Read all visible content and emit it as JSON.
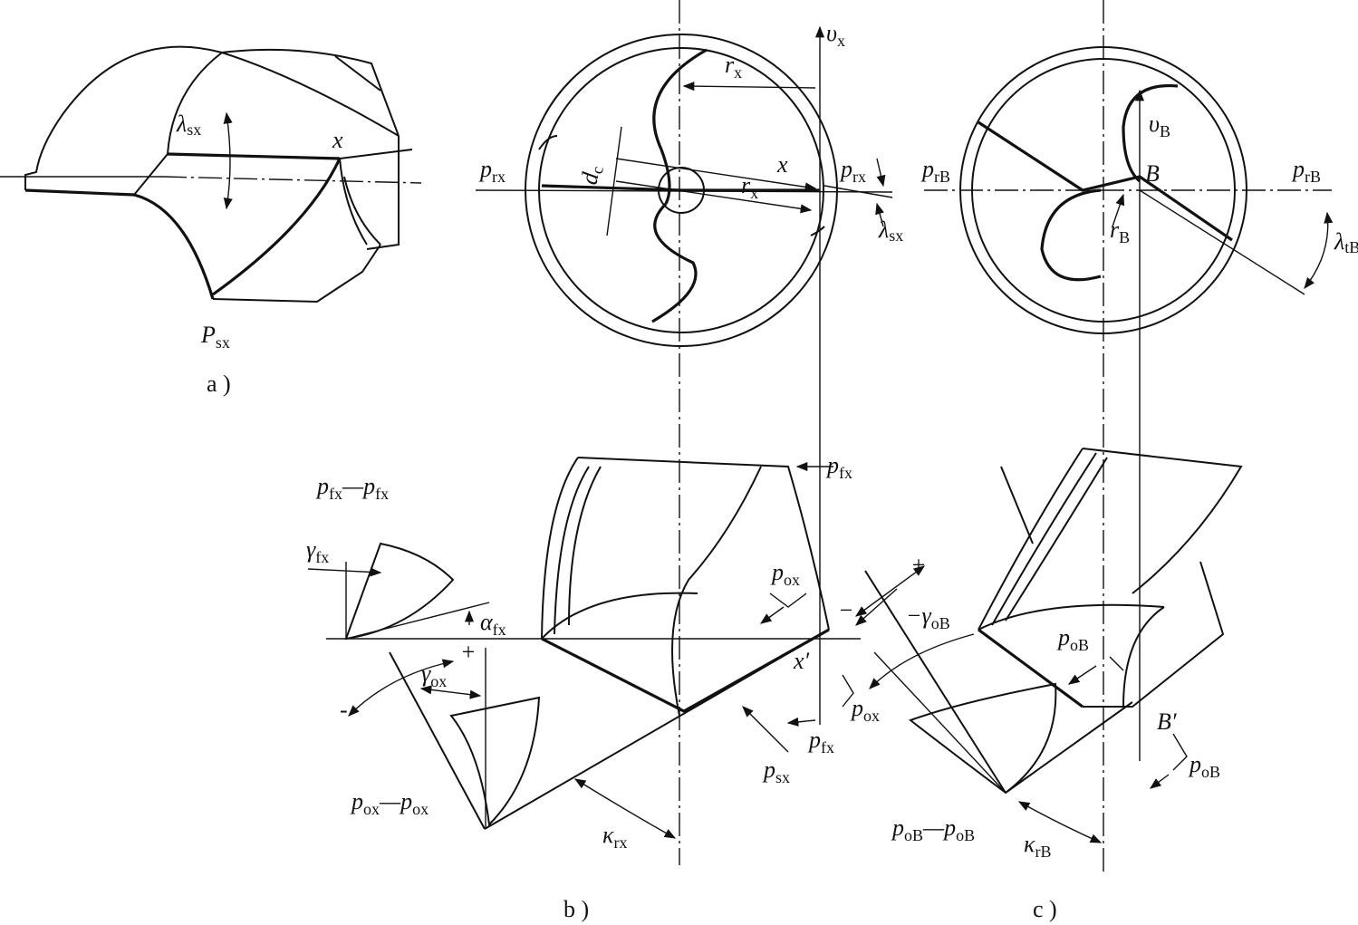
{
  "captions": {
    "a": "a )",
    "b": "b )",
    "c": "c )"
  },
  "labels": {
    "lambda_sx_a": {
      "main": "λ",
      "sub": "sx"
    },
    "x_a": {
      "main": "x",
      "sub": ""
    },
    "P_sx": {
      "main": "P",
      "sub": "sx"
    },
    "v_x": {
      "main": "υ",
      "sub": "x"
    },
    "r_x_top": {
      "main": "r",
      "sub": "x"
    },
    "p_rx_left": {
      "main": "p",
      "sub": "rx"
    },
    "d_c": {
      "main": "d",
      "sub": "c"
    },
    "x_b": {
      "main": "x",
      "sub": ""
    },
    "r_x_mid": {
      "main": "r",
      "sub": "x"
    },
    "p_rx_right": {
      "main": "p",
      "sub": "rx"
    },
    "lambda_sx_b": {
      "main": "λ",
      "sub": "sx"
    },
    "v_B": {
      "main": "υ",
      "sub": "B"
    },
    "p_rB_left": {
      "main": "p",
      "sub": "rB"
    },
    "B": {
      "main": "B",
      "sub": ""
    },
    "p_rB_right": {
      "main": "p",
      "sub": "rB"
    },
    "r_B": {
      "main": "r",
      "sub": "B"
    },
    "lambda_tB": {
      "main": "λ",
      "sub": "tB"
    },
    "p_fx_top": {
      "main": "p",
      "sub": "fx"
    },
    "pfx_pfx_1": {
      "main": "p",
      "sub": "fx"
    },
    "pfx_dash": {
      "main": "—",
      "sub": ""
    },
    "pfx_pfx_2": {
      "main": "p",
      "sub": "fx"
    },
    "gamma_fx": {
      "main": "γ",
      "sub": "fx"
    },
    "alpha_fx": {
      "main": "α",
      "sub": "fx"
    },
    "plus_b": {
      "main": "+",
      "sub": ""
    },
    "gamma_ox": {
      "main": "γ",
      "sub": "ox"
    },
    "minus_b": {
      "main": "-",
      "sub": ""
    },
    "p_ox_top": {
      "main": "p",
      "sub": "ox"
    },
    "minus_b2": {
      "main": "−",
      "sub": ""
    },
    "x_prime": {
      "main": "x′",
      "sub": ""
    },
    "p_ox_mid": {
      "main": "p",
      "sub": "ox"
    },
    "p_fx_bot": {
      "main": "p",
      "sub": "fx"
    },
    "p_sx": {
      "main": "p",
      "sub": "sx"
    },
    "pox_pox_1": {
      "main": "p",
      "sub": "ox"
    },
    "pox_dash": {
      "main": "—",
      "sub": ""
    },
    "pox_pox_2": {
      "main": "p",
      "sub": "ox"
    },
    "kappa_rx": {
      "main": "κ",
      "sub": "rx"
    },
    "plus_c": {
      "main": "+",
      "sub": ""
    },
    "gamma_oB": {
      "main": "−γ",
      "sub": "oB"
    },
    "p_oB_top": {
      "main": "p",
      "sub": "oB"
    },
    "B_prime": {
      "main": "B′",
      "sub": ""
    },
    "p_oB_right": {
      "main": "p",
      "sub": "oB"
    },
    "poB_poB_1": {
      "main": "p",
      "sub": "oB"
    },
    "poB_dash": {
      "main": "—",
      "sub": ""
    },
    "poB_poB_2": {
      "main": "p",
      "sub": "oB"
    },
    "kappa_rB": {
      "main": "κ",
      "sub": "rB"
    }
  }
}
